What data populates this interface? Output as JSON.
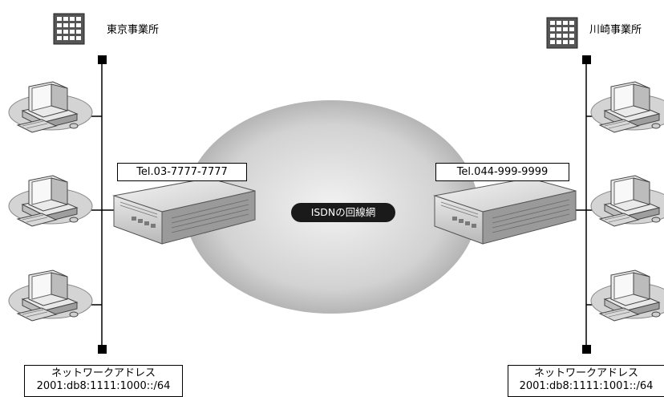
{
  "sites": {
    "tokyo": {
      "name": "東京事業所",
      "tel": "Tel.03-7777-7777",
      "net_label": "ネットワークアドレス",
      "net_addr": "2001:db8:1111:1000::/64"
    },
    "kawasaki": {
      "name": "川崎事業所",
      "tel": "Tel.044-999-9999",
      "net_label": "ネットワークアドレス",
      "net_addr": "2001:db8:1111:1001::/64"
    }
  },
  "network": {
    "label": "ISDNの回線網"
  },
  "icons": {
    "building": "building-icon",
    "pc": "pc-icon",
    "router": "router-icon"
  },
  "colors": {
    "cloud_center": "#f2f2f2",
    "cloud_edge": "#a8a8a8",
    "pill": "#1a1a1a"
  }
}
